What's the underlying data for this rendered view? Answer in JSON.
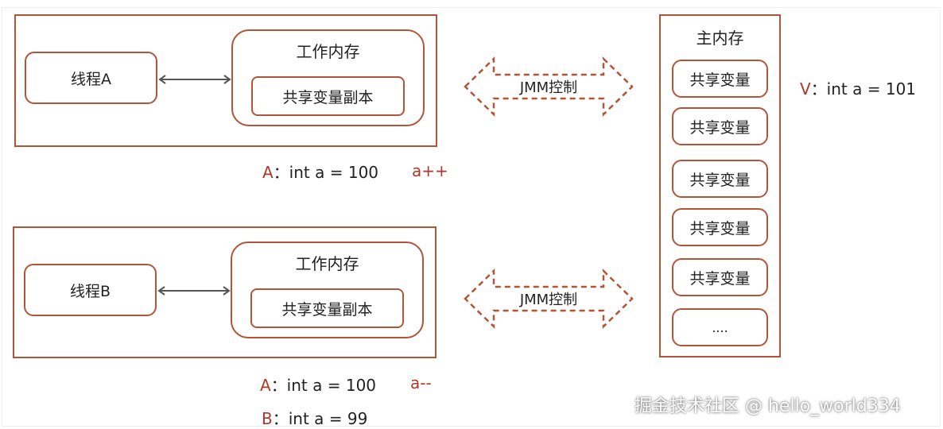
{
  "thread_a": {
    "name": "线程A",
    "working_memory_title": "工作内存",
    "copy_label": "共享变量副本",
    "value_prefix": "A",
    "value_text": "：int a = 100",
    "op": "a++"
  },
  "thread_b": {
    "name": "线程B",
    "working_memory_title": "工作内存",
    "copy_label": "共享变量副本",
    "value_a_prefix": "A",
    "value_a_text": "：int a = 100",
    "op": "a--",
    "value_b_prefix": "B",
    "value_b_text": "：int a = 99"
  },
  "jmm": {
    "top_label": "JMM控制",
    "bottom_label": "JMM控制"
  },
  "main_memory": {
    "title": "主内存",
    "vars": [
      "共享变量",
      "共享变量",
      "共享变量",
      "共享变量",
      "共享变量",
      "...."
    ],
    "value_prefix": "V",
    "value_text": "：int a = 101"
  },
  "watermark": "掘金技术社区 @ hello_world334",
  "colors": {
    "border": "#b25537",
    "highlight": "#b03828"
  }
}
